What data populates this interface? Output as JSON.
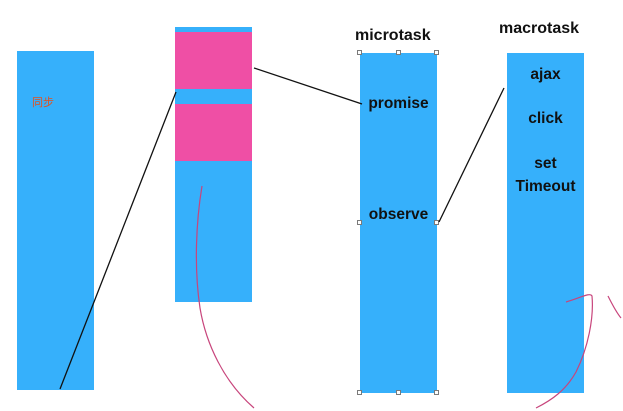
{
  "colors": {
    "column": "#36b0fb",
    "highlight": "#ef4fa5",
    "connector": "#111111",
    "sketch": "#c8457c",
    "sync_text": "#e0521f"
  },
  "sync_column": {
    "label": "同步"
  },
  "microtask_column": {
    "heading": "microtask",
    "items": [
      "promise",
      "observe"
    ]
  },
  "macrotask_column": {
    "heading": "macrotask",
    "items": [
      "ajax",
      "click",
      "set",
      "Timeout"
    ]
  }
}
